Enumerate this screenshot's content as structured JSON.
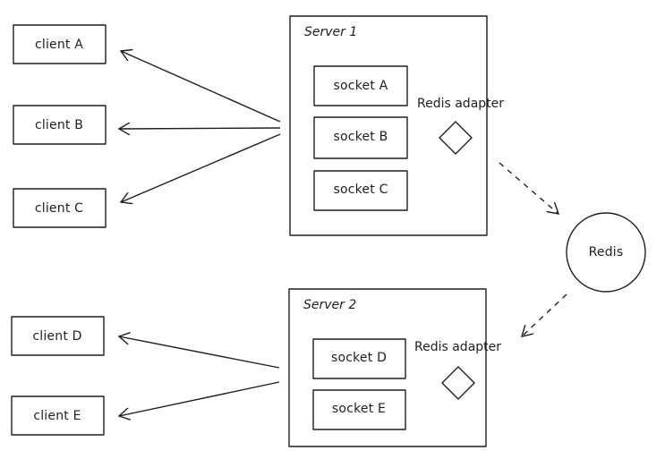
{
  "clients": [
    {
      "label": "client A"
    },
    {
      "label": "client B"
    },
    {
      "label": "client C"
    },
    {
      "label": "client D"
    },
    {
      "label": "client E"
    }
  ],
  "servers": [
    {
      "title": "Server 1",
      "adapter_label": "Redis adapter",
      "sockets": [
        {
          "label": "socket A"
        },
        {
          "label": "socket B"
        },
        {
          "label": "socket C"
        }
      ]
    },
    {
      "title": "Server 2",
      "adapter_label": "Redis adapter",
      "sockets": [
        {
          "label": "socket D"
        },
        {
          "label": "socket E"
        }
      ]
    }
  ],
  "redis": {
    "label": "Redis"
  },
  "colors": {
    "stroke": "#1e1e1e",
    "background": "#ffffff"
  }
}
